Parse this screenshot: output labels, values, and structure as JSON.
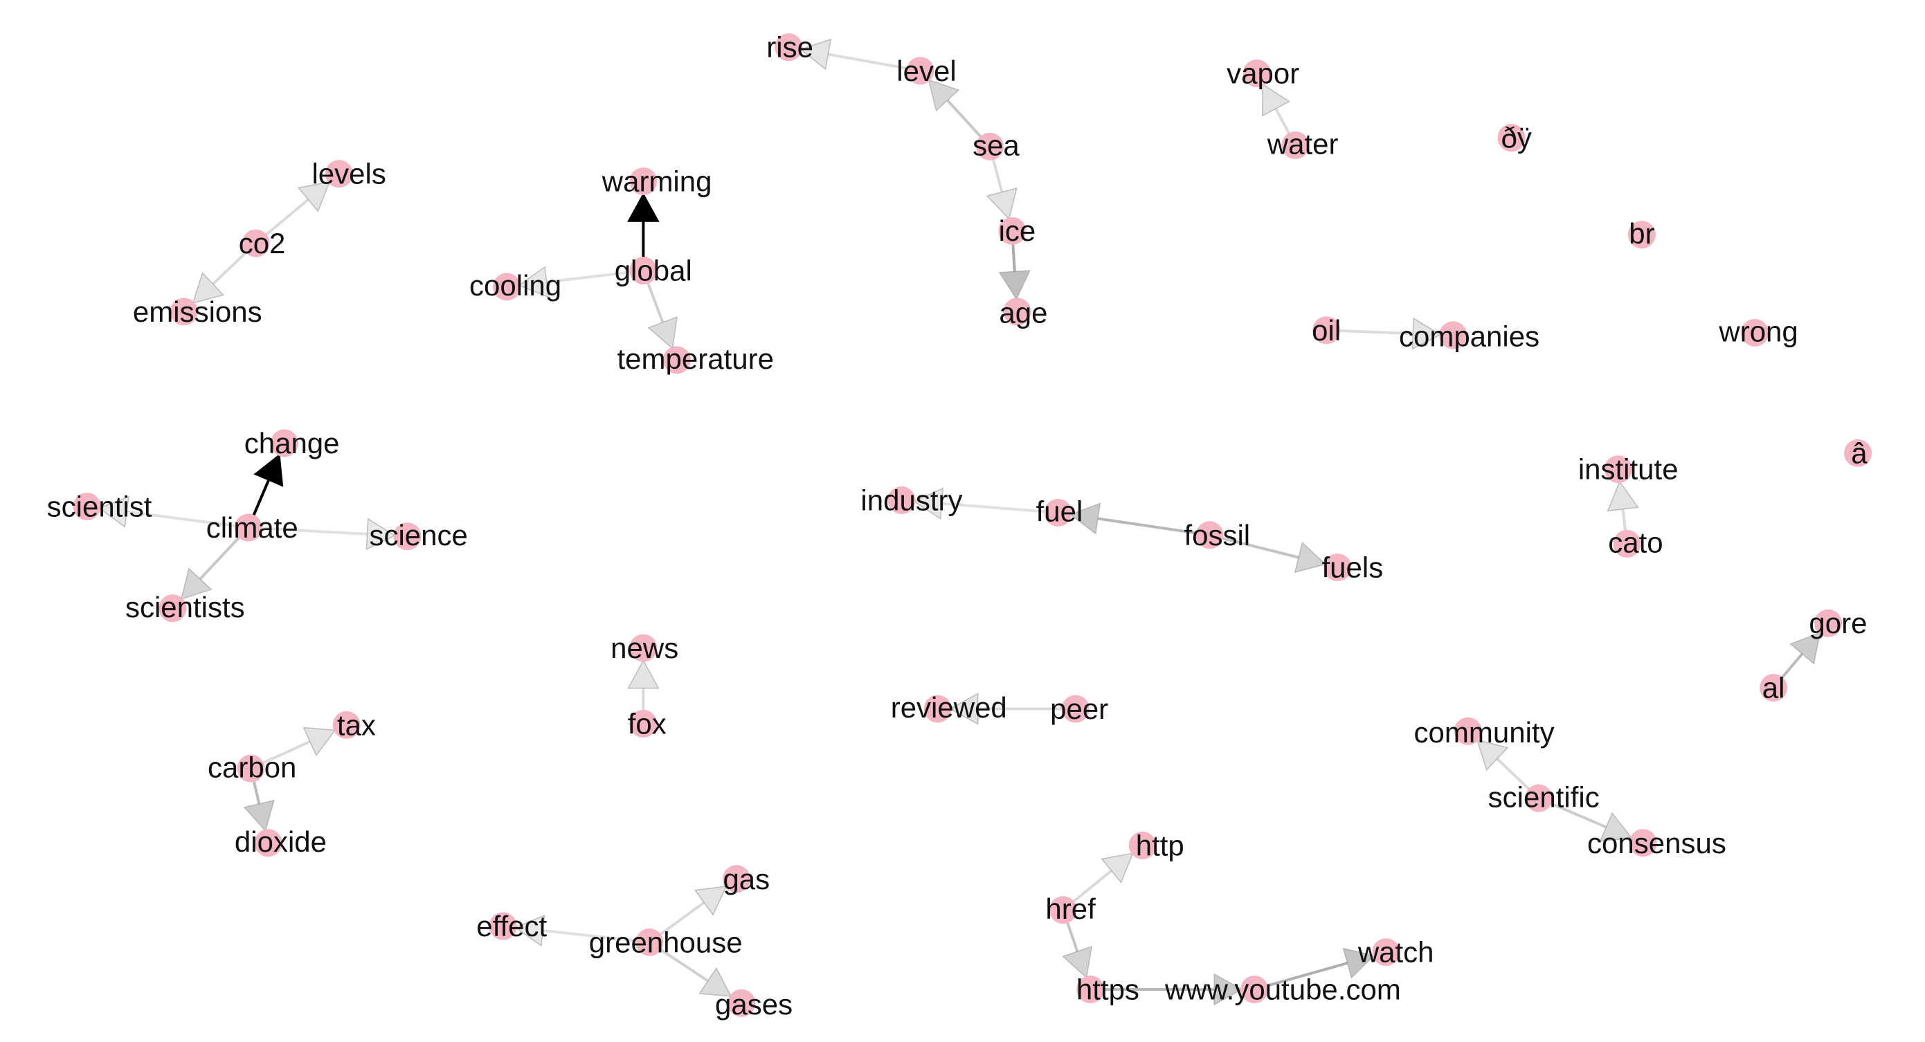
{
  "graph": {
    "node_color": "#f4b6c2",
    "nodes": [
      {
        "id": "rise",
        "label": "rise"
      },
      {
        "id": "level",
        "label": "level"
      },
      {
        "id": "sea",
        "label": "sea"
      },
      {
        "id": "ice",
        "label": "ice"
      },
      {
        "id": "age",
        "label": "age"
      },
      {
        "id": "vapor",
        "label": "vapor"
      },
      {
        "id": "water",
        "label": "water"
      },
      {
        "id": "oy",
        "label": "ðÿ"
      },
      {
        "id": "br",
        "label": "br"
      },
      {
        "id": "oil",
        "label": "oil"
      },
      {
        "id": "companies",
        "label": "companies"
      },
      {
        "id": "wrong",
        "label": "wrong"
      },
      {
        "id": "a_circ",
        "label": "â"
      },
      {
        "id": "institute",
        "label": "institute"
      },
      {
        "id": "cato",
        "label": "cato"
      },
      {
        "id": "gore",
        "label": "gore"
      },
      {
        "id": "al",
        "label": "al"
      },
      {
        "id": "community",
        "label": "community"
      },
      {
        "id": "scientific",
        "label": "scientific"
      },
      {
        "id": "consensus",
        "label": "consensus"
      },
      {
        "id": "levels",
        "label": "levels"
      },
      {
        "id": "co2",
        "label": "co2"
      },
      {
        "id": "emissions",
        "label": "emissions"
      },
      {
        "id": "warming",
        "label": "warming"
      },
      {
        "id": "global",
        "label": "global"
      },
      {
        "id": "cooling",
        "label": "cooling"
      },
      {
        "id": "temperature",
        "label": "temperature"
      },
      {
        "id": "change",
        "label": "change"
      },
      {
        "id": "climate",
        "label": "climate"
      },
      {
        "id": "scientist",
        "label": "scientist"
      },
      {
        "id": "science",
        "label": "science"
      },
      {
        "id": "scientists",
        "label": "scientists"
      },
      {
        "id": "industry",
        "label": "industry"
      },
      {
        "id": "fuel",
        "label": "fuel"
      },
      {
        "id": "fossil",
        "label": "fossil"
      },
      {
        "id": "fuels",
        "label": "fuels"
      },
      {
        "id": "news",
        "label": "news"
      },
      {
        "id": "fox",
        "label": "fox"
      },
      {
        "id": "reviewed",
        "label": "reviewed"
      },
      {
        "id": "peer",
        "label": "peer"
      },
      {
        "id": "tax",
        "label": "tax"
      },
      {
        "id": "carbon",
        "label": "carbon"
      },
      {
        "id": "dioxide",
        "label": "dioxide"
      },
      {
        "id": "gas",
        "label": "gas"
      },
      {
        "id": "effect",
        "label": "effect"
      },
      {
        "id": "greenhouse",
        "label": "greenhouse"
      },
      {
        "id": "gases",
        "label": "gases"
      },
      {
        "id": "http",
        "label": "http"
      },
      {
        "id": "href",
        "label": "href"
      },
      {
        "id": "https",
        "label": "https"
      },
      {
        "id": "youtube",
        "label": "www.youtube.com"
      },
      {
        "id": "watch",
        "label": "watch"
      }
    ],
    "edges": [
      {
        "from": "level",
        "to": "rise",
        "shade": "#dcdcdc"
      },
      {
        "from": "sea",
        "to": "level",
        "shade": "#c8c8c8"
      },
      {
        "from": "sea",
        "to": "ice",
        "shade": "#dadada"
      },
      {
        "from": "ice",
        "to": "age",
        "shade": "#aaaaaa"
      },
      {
        "from": "water",
        "to": "vapor",
        "shade": "#dadada"
      },
      {
        "from": "oil",
        "to": "companies",
        "shade": "#dcdcdc"
      },
      {
        "from": "cato",
        "to": "institute",
        "shade": "#dadada"
      },
      {
        "from": "al",
        "to": "gore",
        "shade": "#bbbbbb"
      },
      {
        "from": "scientific",
        "to": "community",
        "shade": "#dadada"
      },
      {
        "from": "scientific",
        "to": "consensus",
        "shade": "#cccccc"
      },
      {
        "from": "co2",
        "to": "levels",
        "shade": "#dadada"
      },
      {
        "from": "co2",
        "to": "emissions",
        "shade": "#dadada"
      },
      {
        "from": "global",
        "to": "warming",
        "shade": "#000000"
      },
      {
        "from": "global",
        "to": "cooling",
        "shade": "#e0e0e0"
      },
      {
        "from": "global",
        "to": "temperature",
        "shade": "#d0d0d0"
      },
      {
        "from": "climate",
        "to": "change",
        "shade": "#000000"
      },
      {
        "from": "climate",
        "to": "scientist",
        "shade": "#e0e0e0"
      },
      {
        "from": "climate",
        "to": "science",
        "shade": "#e0e0e0"
      },
      {
        "from": "climate",
        "to": "scientists",
        "shade": "#c8c8c8"
      },
      {
        "from": "fuel",
        "to": "industry",
        "shade": "#e0e0e0"
      },
      {
        "from": "fossil",
        "to": "fuel",
        "shade": "#b8b8b8"
      },
      {
        "from": "fossil",
        "to": "fuels",
        "shade": "#c4c4c4"
      },
      {
        "from": "fox",
        "to": "news",
        "shade": "#dadada"
      },
      {
        "from": "peer",
        "to": "reviewed",
        "shade": "#dadada"
      },
      {
        "from": "carbon",
        "to": "tax",
        "shade": "#dadada"
      },
      {
        "from": "carbon",
        "to": "dioxide",
        "shade": "#bbbbbb"
      },
      {
        "from": "greenhouse",
        "to": "gas",
        "shade": "#dadada"
      },
      {
        "from": "greenhouse",
        "to": "effect",
        "shade": "#e0e0e0"
      },
      {
        "from": "greenhouse",
        "to": "gases",
        "shade": "#d0d0d0"
      },
      {
        "from": "href",
        "to": "http",
        "shade": "#dadada"
      },
      {
        "from": "href",
        "to": "https",
        "shade": "#c4c4c4"
      },
      {
        "from": "https",
        "to": "youtube",
        "shade": "#b8b8b8"
      },
      {
        "from": "youtube",
        "to": "watch",
        "shade": "#b0b0b0"
      }
    ]
  }
}
